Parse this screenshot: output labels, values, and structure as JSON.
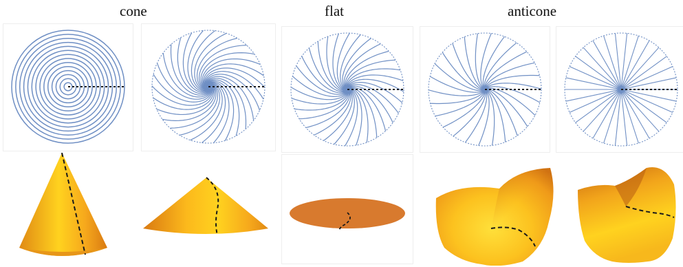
{
  "labels": {
    "cone": "cone",
    "flat": "flat",
    "anticone": "anticone"
  },
  "colors": {
    "fiber_line": "#6f8fc4",
    "boundary": "#6f8fc4",
    "defect_line": "#1a1a1a",
    "surface_light": "#ffd21f",
    "surface_mid": "#f5a31c",
    "surface_dark": "#c96412"
  },
  "director_fields": [
    {
      "name": "cone-circles",
      "pattern": "concentric-circles"
    },
    {
      "name": "cone-spiral",
      "pattern": "tight-spiral"
    },
    {
      "name": "flat-spiral",
      "pattern": "log-spiral"
    },
    {
      "name": "anticone-spiral",
      "pattern": "loose-spiral"
    },
    {
      "name": "anticone-radial",
      "pattern": "radial-lines"
    }
  ],
  "surfaces": [
    {
      "name": "tall-cone"
    },
    {
      "name": "shallow-cone"
    },
    {
      "name": "flat-disc"
    },
    {
      "name": "anticone-saddle"
    },
    {
      "name": "anticone-hyperbolic"
    }
  ]
}
